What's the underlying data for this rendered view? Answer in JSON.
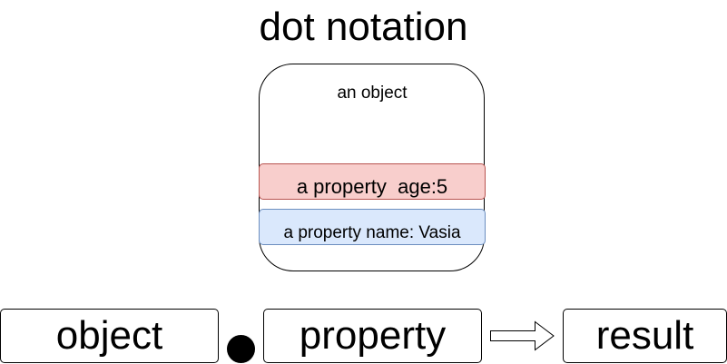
{
  "title": "dot notation",
  "object": {
    "label": "an object",
    "properties": [
      {
        "text": "a property  age:5",
        "fill": "#f8cecc",
        "stroke": "#b85450"
      },
      {
        "text": "a property name: Vasia",
        "fill": "#dae8fc",
        "stroke": "#6c8ebf"
      }
    ]
  },
  "formula": {
    "left": "object",
    "middle": "property",
    "right": "result",
    "operator_icon": "dot-icon",
    "arrow_icon": "arrow-right-icon"
  }
}
